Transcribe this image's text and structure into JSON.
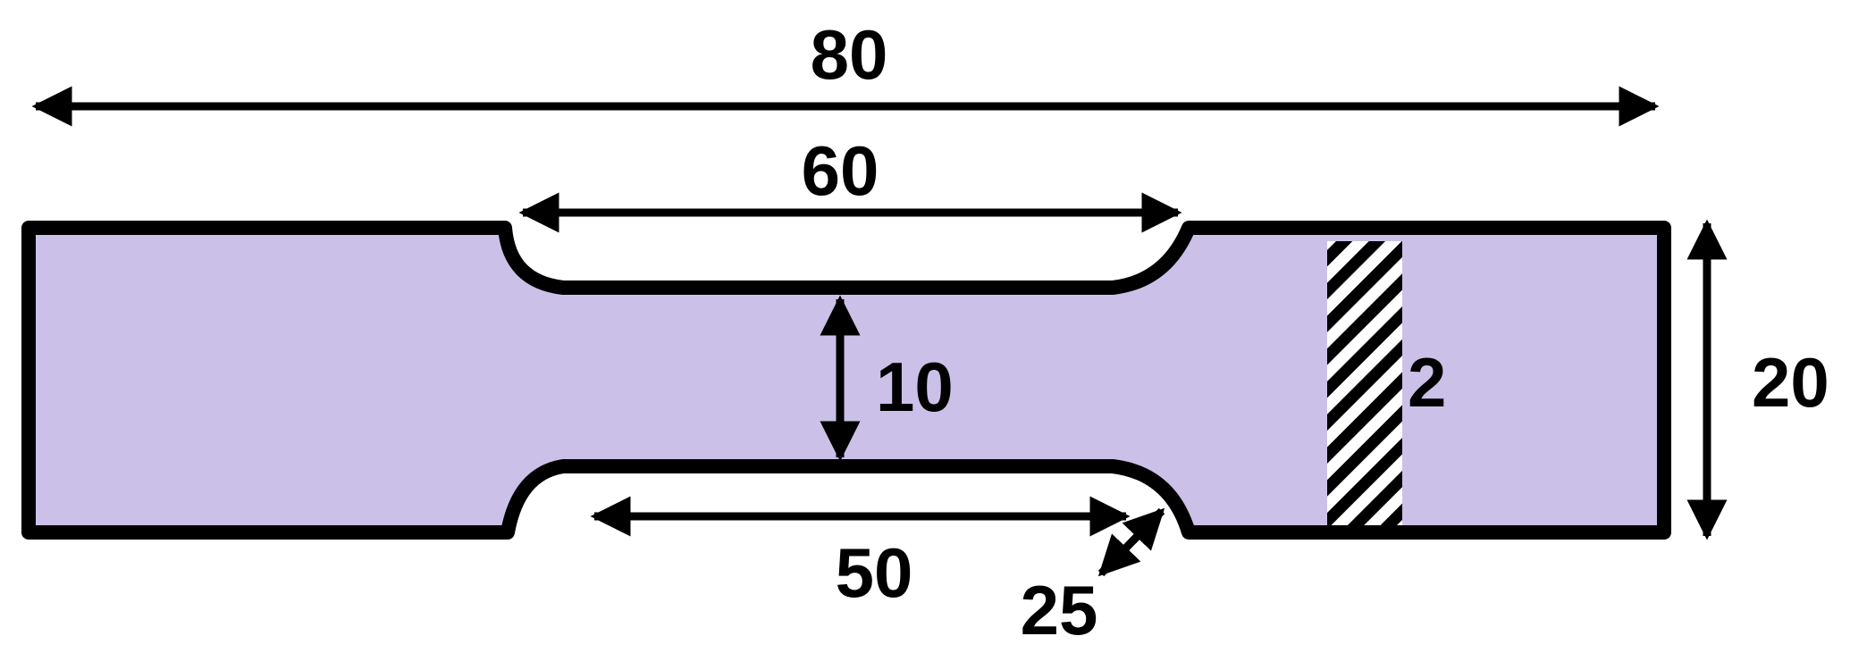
{
  "colors": {
    "specimen_fill": "#cbc1e8",
    "outline": "#000000",
    "background": "#ffffff"
  },
  "dimensions": {
    "overall_length": "80",
    "shoulder_distance": "60",
    "gauge_width": "10",
    "gauge_length": "50",
    "fillet_radius": "25",
    "overall_width": "20",
    "thickness": "2"
  }
}
